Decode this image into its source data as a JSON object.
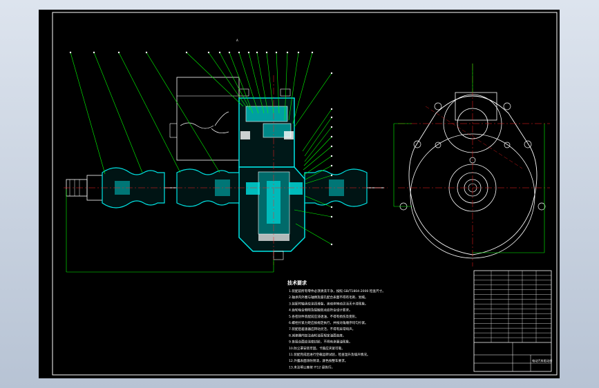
{
  "drawing": {
    "section_mark": "A",
    "notes_title": "技术要求",
    "notes": [
      "1.装配前所有零件必须清洗干净，按照 GB/T1804-2000 检查尺寸。",
      "2.轴承内外圈与轴颈及座孔配合表面不得有毛刺、划痕。",
      "3.装配时轴承应涂润滑脂，滚动体转动灵活无卡滞现象。",
      "4.齿轮啮合侧隙及接触斑点应符合设计要求。",
      "5.各密封件装配前应浸透油，不得有损伤及变形。",
      "6.螺栓拧紧力矩应按规定执行，并按对角顺序均匀拧紧。",
      "7.装配后差速器应转动灵活，不得有异常响声。",
      "8.减速器内加注齿轮油至规定油面高度。",
      "9.各接合面应涂密封胶，不得有渗漏油现象。",
      "10.防尘罩安装牢固，卡箍应夹紧可靠。",
      "11.装配完成后进行空载运转试验，检查温升及噪声情况。",
      "12.外露表面涂防锈漆，颜色按整车要求。",
      "13.未注明公差按 IT12 级执行。"
    ],
    "title_block": {
      "drawing_name": "电动汽车驱动桥",
      "rows": [
        "",
        "",
        "",
        "",
        "",
        "",
        "",
        "",
        "",
        "",
        "",
        "",
        "",
        "",
        ""
      ]
    },
    "colors": {
      "outline": "#ffffff",
      "leader": "#00ff00",
      "centerline": "#ff2020",
      "hatch": "#00e5e5",
      "part_fill": "#00c8c8"
    }
  }
}
